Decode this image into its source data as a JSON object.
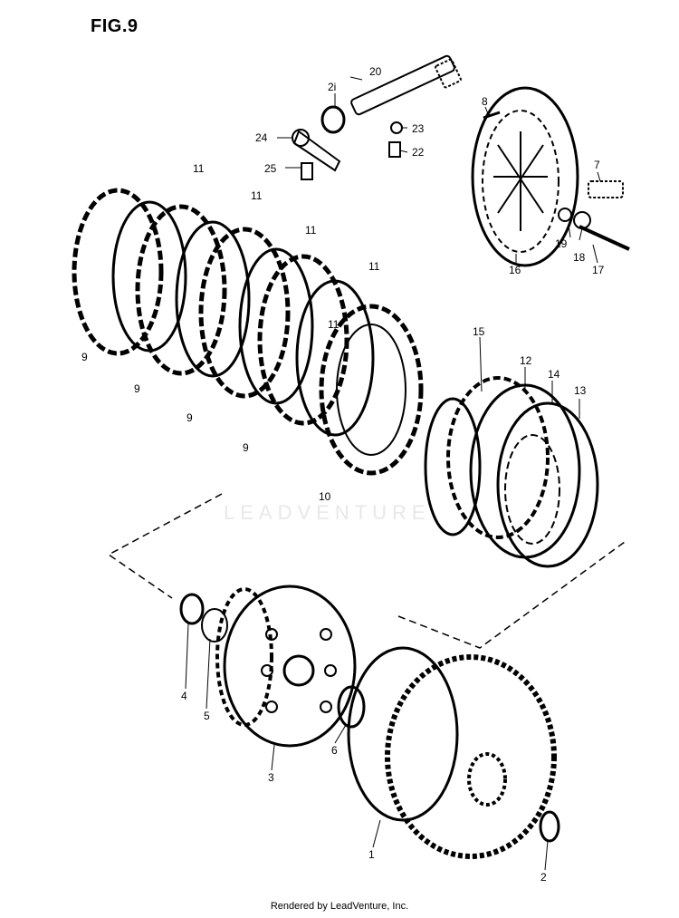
{
  "figure": {
    "title": "FIG.9",
    "watermark": "LEADVENTURE",
    "footer": "Rendered by LeadVenture, Inc."
  },
  "parts": {
    "p1": "1",
    "p2": "2",
    "p3": "3",
    "p4": "4",
    "p5": "5",
    "p6": "6",
    "p7": "7",
    "p8": "8",
    "p9a": "9",
    "p9b": "9",
    "p9c": "9",
    "p9d": "9",
    "p10": "10",
    "p11a": "11",
    "p11b": "11",
    "p11c": "11",
    "p11d": "11",
    "p11e": "11",
    "p12": "12",
    "p13": "13",
    "p14": "14",
    "p15": "15",
    "p16": "16",
    "p17": "17",
    "p18": "18",
    "p19": "19",
    "p20": "20",
    "p21": "2i",
    "p22": "22",
    "p23": "23",
    "p24": "24",
    "p25": "25"
  }
}
